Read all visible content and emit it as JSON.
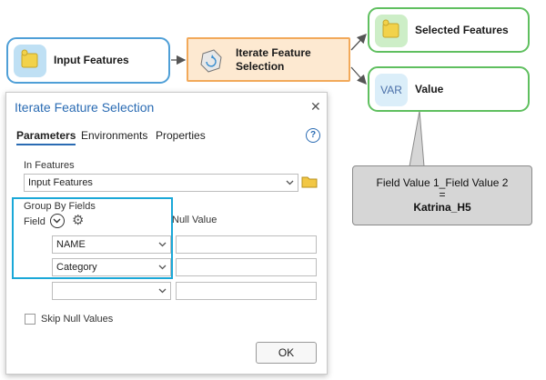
{
  "model": {
    "input_node": {
      "label": "Input Features",
      "icon": "feature-layer-icon"
    },
    "tool_node": {
      "label_line1": "Iterate Feature",
      "label_line2": "Selection",
      "icon": "iterate-tool-icon"
    },
    "output_node_1": {
      "label": "Selected Features",
      "icon": "feature-layer-icon"
    },
    "output_node_2": {
      "label": "Value",
      "icon_text": "VAR"
    }
  },
  "callout": {
    "line1": "Field Value 1_Field Value 2",
    "line2": "=",
    "line3": "Katrina_H5"
  },
  "dialog": {
    "title": "Iterate Feature Selection",
    "tabs": [
      {
        "label": "Parameters",
        "active": true
      },
      {
        "label": "Environments",
        "active": false
      },
      {
        "label": "Properties",
        "active": false
      }
    ],
    "help_label": "?",
    "in_features_label": "In Features",
    "in_features_value": "Input Features",
    "group_by_label": "Group By Fields",
    "field_col_label": "Field",
    "null_value_col_label": "Null Value",
    "rows": [
      {
        "field": "NAME",
        "null_value": ""
      },
      {
        "field": "Category",
        "null_value": ""
      },
      {
        "field": "",
        "null_value": ""
      }
    ],
    "skip_null_label": "Skip Null Values",
    "skip_null_checked": false,
    "ok_label": "OK"
  },
  "colors": {
    "accent_blue": "#2a6bb3",
    "input_border": "#4f9fd7",
    "tool_border": "#f2a95a",
    "output_border": "#5fbf5f",
    "highlight": "#1aa8d8"
  }
}
